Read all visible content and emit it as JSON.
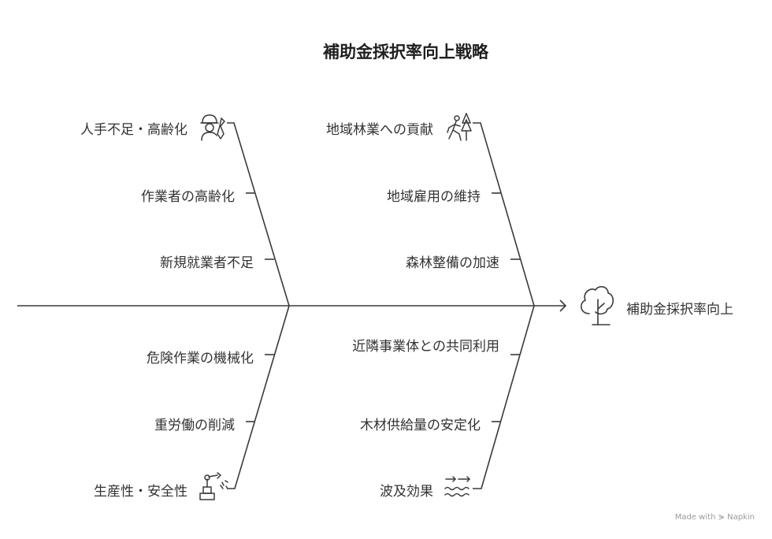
{
  "title": "補助金採択率向上戦略",
  "head": {
    "label": "補助金採択率向上",
    "icon": "tree-icon"
  },
  "branches": {
    "top_left": {
      "label": "人手不足・高齢化",
      "icon": "worker-with-wrench-icon",
      "causes": [
        "作業者の高齢化",
        "新規就業者不足"
      ]
    },
    "top_right": {
      "label": "地域林業への貢献",
      "icon": "hiker-in-forest-icon",
      "causes": [
        "地域雇用の維持",
        "森林整備の加速"
      ]
    },
    "bottom_left": {
      "label": "生産性・安全性",
      "icon": "robot-arm-icon",
      "causes": [
        "危険作業の機械化",
        "重労働の削減"
      ]
    },
    "bottom_right": {
      "label": "波及効果",
      "icon": "waves-arrows-icon",
      "causes": [
        "近隣事業体との共同利用",
        "木材供給量の安定化"
      ]
    }
  },
  "watermark": "Made with ⋟ Napkin",
  "colors": {
    "line": "#3a3a3a",
    "text": "#333333"
  }
}
